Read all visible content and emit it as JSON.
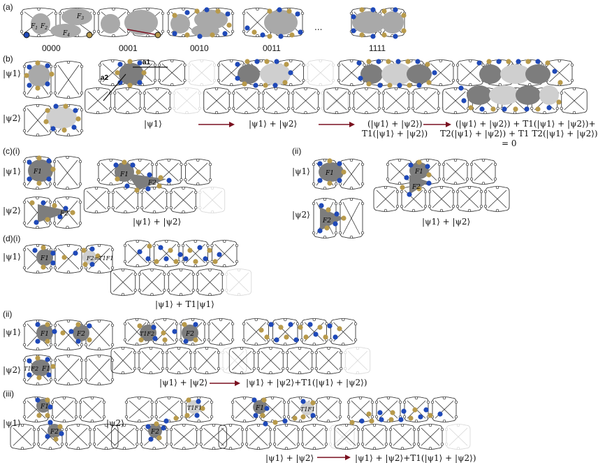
{
  "colors": {
    "line": "#222222",
    "gray": "#a9a9a9",
    "gray_light": "#cfcfcf",
    "dark_gray": "#7d7d7d",
    "blue": "#1f49b8",
    "gold": "#b89a4b",
    "arrow": "#7a1020",
    "faint": "#d4d4d4"
  },
  "sections": {
    "a": "(a)",
    "b": "(b)",
    "ci": "(c)(i)",
    "cii": "(ii)",
    "di": "(d)(i)",
    "dii": "(ii)",
    "diii": "(iii)"
  },
  "a": {
    "codes": [
      "0000",
      "0001",
      "0010",
      "0011",
      "1111"
    ],
    "ellipsis": "...",
    "face_labels": {
      "f1": "F",
      "f1_sub": "1",
      "f2": "F",
      "f2_sub": "2",
      "f3": "F",
      "f3_sub": "3",
      "f4": "F",
      "f4_sub": "4"
    }
  },
  "b": {
    "psi1": "|ψ1⟩",
    "psi2": "|ψ2⟩",
    "vec_a1": "a1",
    "vec_a2": "a2",
    "cap1": "|ψ1⟩",
    "cap2": "|ψ1⟩ + |ψ2⟩",
    "cap3_l1": "(|ψ1⟩ + |ψ2⟩)",
    "cap3_l2": "T1(|ψ1⟩ + |ψ2⟩)",
    "cap4_l1": "(|ψ1⟩ + |ψ2⟩) + T1(|ψ1⟩ + |ψ2⟩)+",
    "cap4_l2": "T2(|ψ1⟩ + |ψ2⟩) + T1 T2(|ψ1⟩ + |ψ2⟩)",
    "cap4_l3": "= 0"
  },
  "c": {
    "i_psi1": "|ψ1⟩",
    "i_psi2": "|ψ2⟩",
    "i_cap": "|ψ1⟩ + |ψ2⟩",
    "ii_psi1": "|ψ1⟩",
    "ii_psi2": "|ψ2⟩",
    "ii_cap": "|ψ1⟩ + |ψ2⟩",
    "face_f1": "F1",
    "face_f2": "F2"
  },
  "d": {
    "i_psi1": "|ψ1⟩",
    "i_cap": "|ψ1⟩ + T1|ψ1⟩",
    "i_face": "F1",
    "i_face_t": "F2=T1F1",
    "ii_psi1": "|ψ1⟩",
    "ii_psi2": "|ψ2⟩",
    "ii_cap1": "|ψ1⟩ + |ψ2⟩",
    "ii_cap2": "|ψ1⟩ + |ψ2⟩+T1(|ψ1⟩ + |ψ2⟩)",
    "ii_face1": "F1",
    "ii_face2": "F2",
    "ii_face_t": "T1F2",
    "iii_psi1": "|ψ1⟩",
    "iii_psi2": "|ψ2⟩",
    "iii_cap1": "|ψ1⟩ + |ψ2⟩",
    "iii_cap2": "|ψ1⟩ + |ψ2⟩+T1(|ψ1⟩ + |ψ2⟩)",
    "iii_face1": "F1",
    "iii_face2": "F2",
    "iii_face_t": "T1F1"
  }
}
